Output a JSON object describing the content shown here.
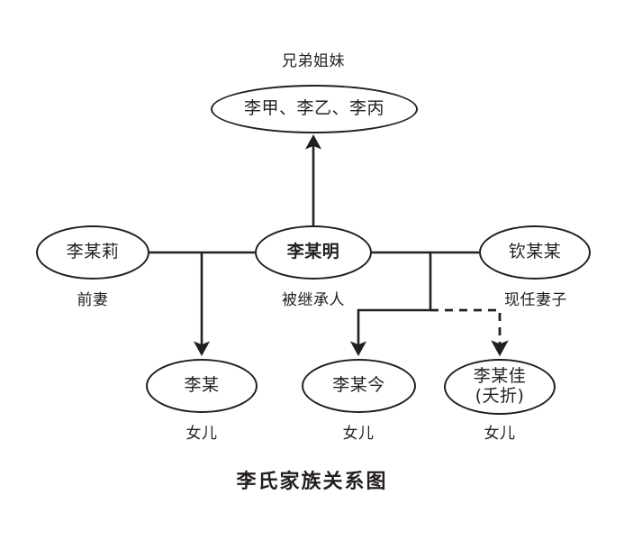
{
  "diagram": {
    "title": "李氏家族关系图",
    "stroke_color": "#231f20",
    "background_color": "#ffffff",
    "nodes": {
      "siblings": {
        "label": "李甲、李乙、李丙",
        "caption": "兄弟姐妹"
      },
      "exwife": {
        "label": "李某莉",
        "caption": "前妻"
      },
      "decedent": {
        "label": "李某明",
        "caption": "被继承人"
      },
      "wife": {
        "label": "钦某某",
        "caption": "现任妻子"
      },
      "child1": {
        "label": "李某",
        "caption": "女儿"
      },
      "child2": {
        "label": "李某今",
        "caption": "女儿"
      },
      "child3": {
        "label": "李某佳\n(夭折)",
        "caption": "女儿"
      }
    },
    "edges": [
      {
        "name": "decedent-to-siblings",
        "from": "decedent",
        "to": "siblings",
        "style": "solid",
        "arrow": true
      },
      {
        "name": "exwife-to-decedent",
        "from": "exwife",
        "to": "decedent",
        "style": "solid",
        "arrow": false
      },
      {
        "name": "decedent-to-wife",
        "from": "decedent",
        "to": "wife",
        "style": "solid",
        "arrow": false
      },
      {
        "name": "exmarriage-to-child1",
        "from": "exwife",
        "to": "child1",
        "style": "solid",
        "arrow": true
      },
      {
        "name": "marriage-to-child2",
        "from": "wife",
        "to": "child2",
        "style": "solid",
        "arrow": true
      },
      {
        "name": "marriage-to-child3",
        "from": "wife",
        "to": "child3",
        "style": "dashed",
        "arrow": true
      }
    ]
  }
}
